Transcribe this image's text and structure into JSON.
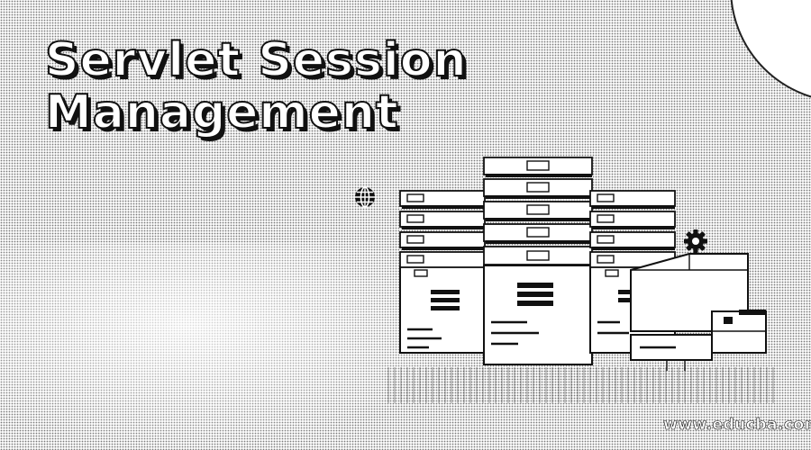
{
  "header": {
    "title_line1": "Servlet Session",
    "title_line2": "Management"
  },
  "footer": {
    "watermark": "www.educba.com"
  },
  "illustration": {
    "icons": [
      "globe-icon",
      "gear-icon"
    ],
    "colors": {
      "ink": "#111111",
      "paper": "#ffffff",
      "dot": "#7a7a7a"
    }
  }
}
